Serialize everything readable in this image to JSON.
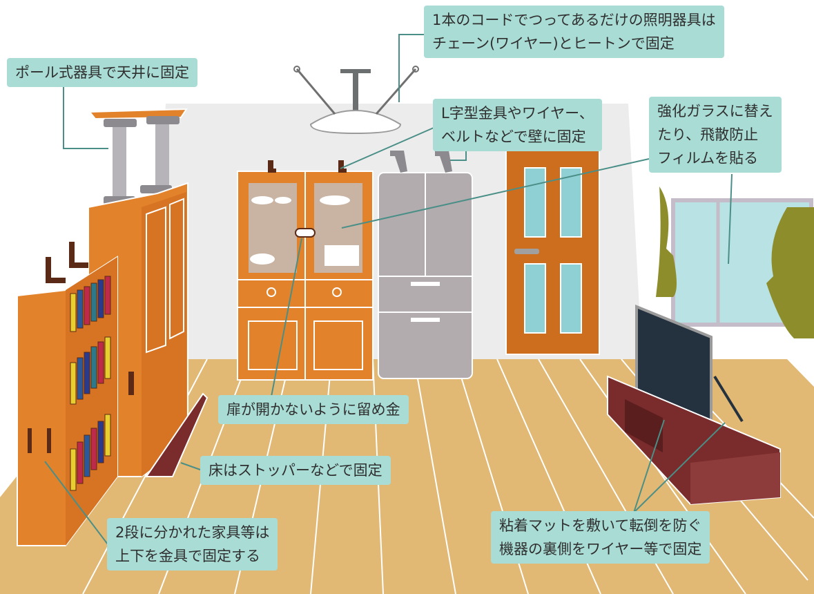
{
  "labels": {
    "pole_fixture": {
      "lines": [
        "ポール式器具で天井に固定"
      ]
    },
    "light_fixture": {
      "lines": [
        "1本のコードでつってあるだけの照明器具は",
        "チェーン(ワイヤー)とヒートンで固定"
      ]
    },
    "wall_bracket": {
      "lines": [
        "L字型金具やワイヤー、",
        "ベルトなどで壁に固定"
      ]
    },
    "glass_film": {
      "lines": [
        "強化ガラスに替え",
        "たり、飛散防止",
        "フィルムを貼る"
      ]
    },
    "door_latch": {
      "lines": [
        "扉が開かないように留め金"
      ]
    },
    "floor_stopper": {
      "lines": [
        "床はストッパーなどで固定"
      ]
    },
    "two_tier_furniture": {
      "lines": [
        "2段に分かれた家具等は",
        "上下を金具で固定する"
      ]
    },
    "tv_mat": {
      "lines": [
        "粘着マットを敷いて転倒を防ぐ",
        "機器の裏側をワイヤー等で固定"
      ]
    }
  },
  "colors": {
    "callout_bg": "#a9dcd5",
    "callout_line": "#4a8f87",
    "floor": "#e1b874",
    "wall": "#ececec",
    "furniture": "#e2822b",
    "fridge": "#b3acae",
    "tv_stand": "#7a2b2b",
    "door": "#cc6e1e",
    "curtain": "#8e8d2b",
    "glass": "#b8e2e4"
  },
  "icons": {
    "bracket": "l-bracket-icon",
    "pole": "tension-pole-icon",
    "lamp": "ceiling-lamp-icon"
  }
}
